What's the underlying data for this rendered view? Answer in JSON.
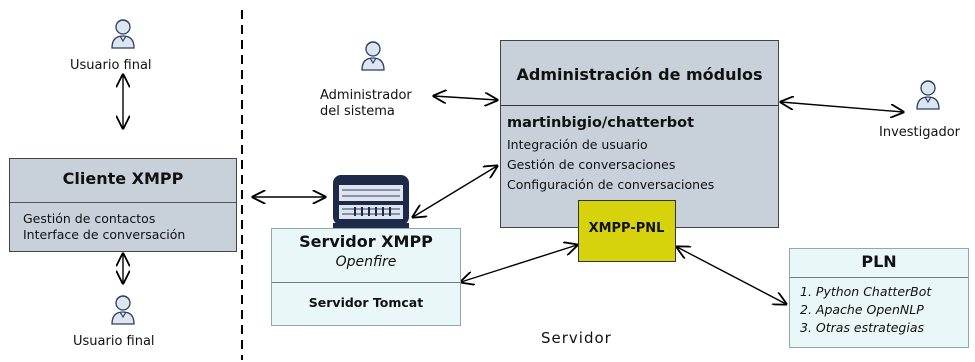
{
  "actors": {
    "top_user": "Usuario final",
    "bottom_user": "Usuario final",
    "admin_line1": "Administrador",
    "admin_line2": "del sistema",
    "researcher": "Investigador"
  },
  "cliente": {
    "title": "Cliente XMPP",
    "items": [
      "Gestión de contactos",
      "Interface de conversación"
    ]
  },
  "servidor_xmpp": {
    "title": "Servidor XMPP",
    "subtitle": "Openfire",
    "tomcat": "Servidor Tomcat"
  },
  "admin_modulos": {
    "title": "Administración de módulos",
    "module_title": "martinbigio/chatterbot",
    "items": [
      "Integración de usuario",
      "Gestión de conversaciones",
      "Configuración de  conversaciones"
    ]
  },
  "xmpp_pnl": {
    "label": "XMPP-PNL"
  },
  "pln": {
    "title": "PLN",
    "items": [
      "1. Python ChatterBot",
      "2. Apache OpenNLP",
      "3. Otras estrategias"
    ]
  },
  "servidor_label": "Servidor",
  "colors": {
    "gray_box": "#c8d0da",
    "light_cyan": "#e9f7f8",
    "yellow": "#d6d20c"
  }
}
